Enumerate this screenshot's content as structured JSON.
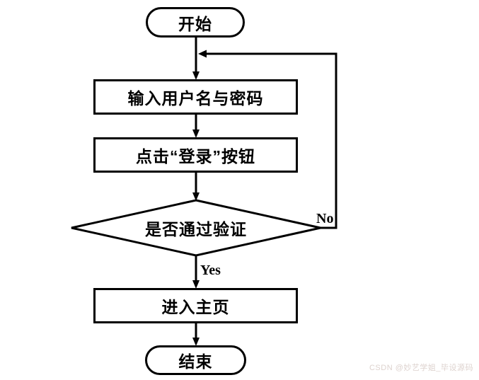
{
  "flowchart": {
    "nodes": [
      {
        "id": "start",
        "type": "terminator",
        "label": "开始"
      },
      {
        "id": "input-credentials",
        "type": "process",
        "label": "输入用户名与密码"
      },
      {
        "id": "click-login",
        "type": "process",
        "label": "点击“登录”按钮"
      },
      {
        "id": "verify",
        "type": "decision",
        "label": "是否通过验证"
      },
      {
        "id": "enter-home",
        "type": "process",
        "label": "进入主页"
      },
      {
        "id": "end",
        "type": "terminator",
        "label": "结束"
      }
    ],
    "edges": [
      {
        "from": "start",
        "to": "input-credentials",
        "label": ""
      },
      {
        "from": "input-credentials",
        "to": "click-login",
        "label": ""
      },
      {
        "from": "click-login",
        "to": "verify",
        "label": ""
      },
      {
        "from": "verify",
        "to": "enter-home",
        "label": "Yes"
      },
      {
        "from": "verify",
        "to": "input-credentials",
        "label": "No"
      },
      {
        "from": "enter-home",
        "to": "end",
        "label": ""
      }
    ]
  },
  "colors": {
    "stroke": "#000000",
    "background": "#ffffff",
    "watermark": "#ddd2ce"
  },
  "watermark": {
    "text": "CSDN @妙艺学姐_毕设源码"
  }
}
